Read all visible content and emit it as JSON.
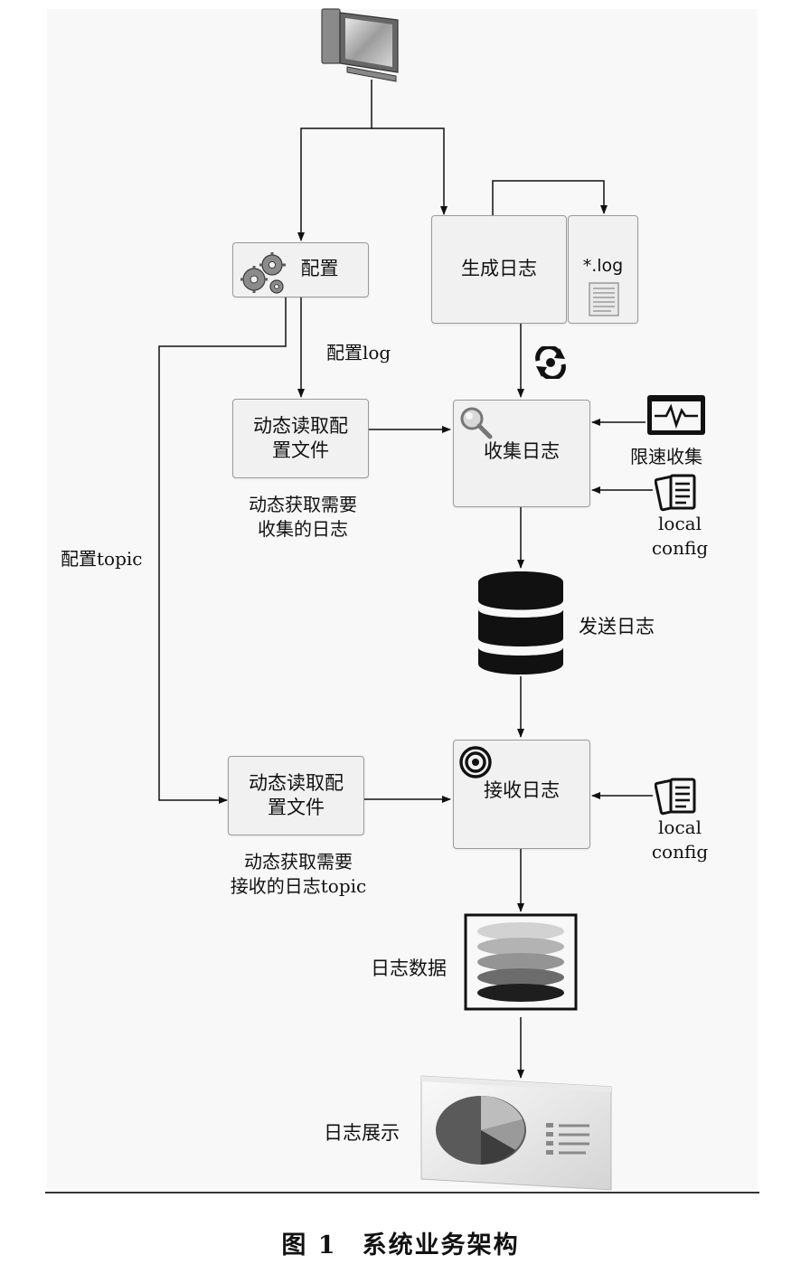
{
  "nodes": {
    "config": "配置",
    "generate_log": "生成日志",
    "log_file": "*.log",
    "dyn_read_1": "动态读取配置文件",
    "collect_log": "收集日志",
    "dyn_read_2": "动态读取配置文件",
    "receive_log": "接收日志"
  },
  "labels": {
    "config_log": "配置log",
    "config_topic": "配置topic",
    "dyn_get_collect": [
      "动态获取需要",
      "收集的日志"
    ],
    "dyn_get_receive": [
      "动态获取需要",
      "接收的日志topic"
    ],
    "rate_limit": "限速收集",
    "local_config_1": [
      "local",
      "config"
    ],
    "local_config_2": [
      "local",
      "config"
    ],
    "send_log": "发送日志",
    "log_data": "日志数据",
    "log_display": "日志展示"
  },
  "icons": {
    "top": "computer-monitor-icon",
    "config": "gears-icon",
    "log_file": "document-icon",
    "sync": "sync-icon",
    "collect": "magnifier-icon",
    "rate_limit": "pulse-monitor-icon",
    "local_config": "documents-icon",
    "send": "database-icon",
    "receive": "target-icon",
    "log_data": "layered-stack-icon",
    "display": "pie-chart-board-icon"
  },
  "caption": {
    "number": "图 1",
    "title": "系统业务架构"
  }
}
